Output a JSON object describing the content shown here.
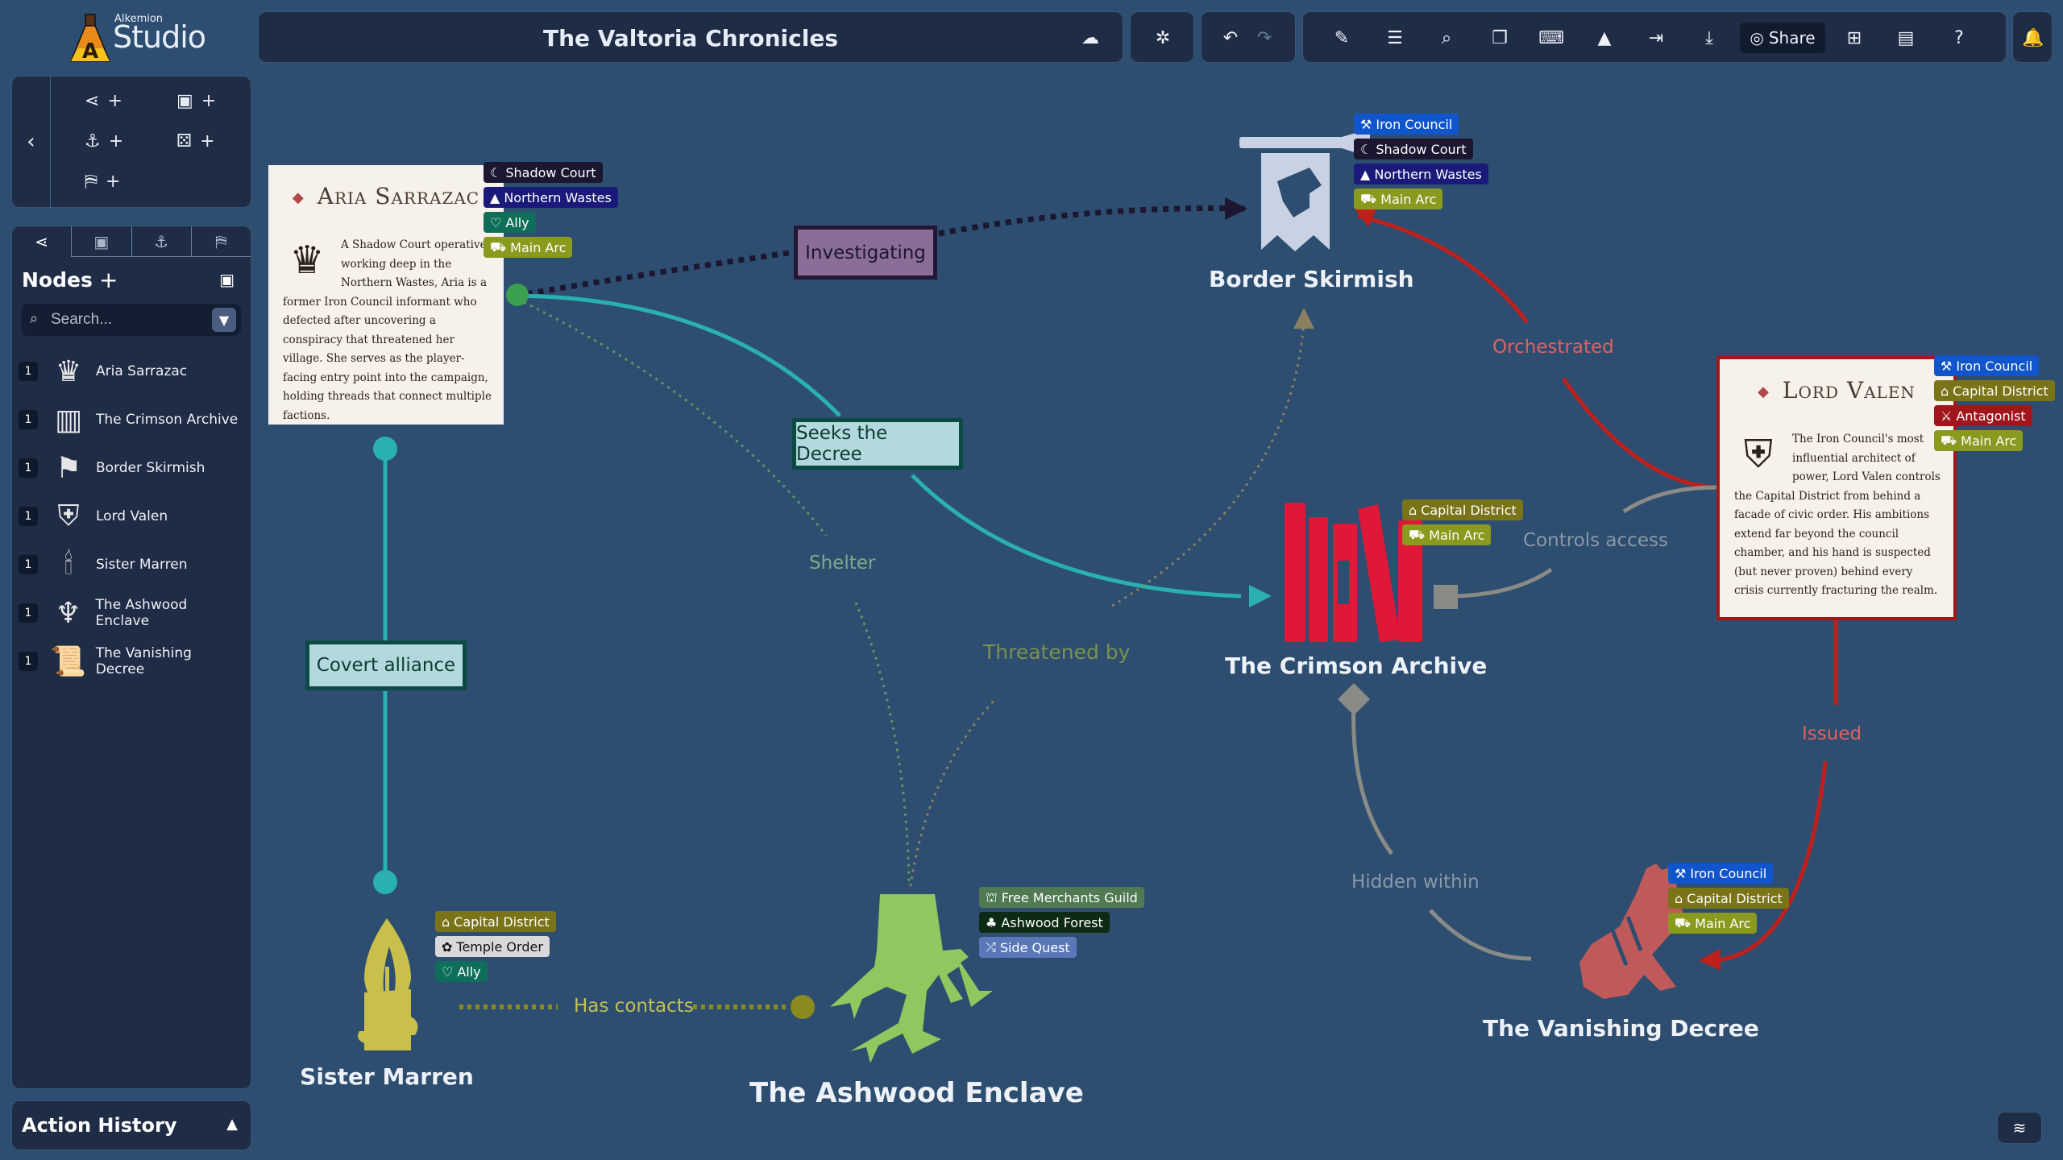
{
  "app": {
    "brand_small": "Alkemion",
    "brand_big": "Studio"
  },
  "header": {
    "title": "The Valtoria Chronicles",
    "share_label": "Share",
    "icons": [
      "cloud-saved",
      "bug-off",
      "undo",
      "redo",
      "edit-page",
      "table",
      "search",
      "copy",
      "keyboard",
      "shapes",
      "export",
      "download",
      "share-globe",
      "grid",
      "book",
      "help",
      "bell"
    ]
  },
  "add_panel": {
    "items": [
      {
        "icon": "share-nodes",
        "label": "+"
      },
      {
        "icon": "image",
        "label": "+"
      },
      {
        "icon": "anchor",
        "label": "+"
      },
      {
        "icon": "dice",
        "label": "+"
      },
      {
        "icon": "map-pin",
        "label": "+"
      }
    ]
  },
  "sidebar": {
    "tabs": [
      "nodes",
      "images",
      "anchors",
      "maps"
    ],
    "heading": "Nodes",
    "add": "+",
    "search": {
      "placeholder": "Search...",
      "value": ""
    },
    "items": [
      {
        "count": "1",
        "label": "Aria Sarrazac",
        "icon": "elf-woman"
      },
      {
        "count": "1",
        "label": "The Crimson Archive",
        "icon": "books"
      },
      {
        "count": "1",
        "label": "Border Skirmish",
        "icon": "war-banner"
      },
      {
        "count": "1",
        "label": "Lord Valen",
        "icon": "shield-swords"
      },
      {
        "count": "1",
        "label": "Sister Marren",
        "icon": "candle"
      },
      {
        "count": "1",
        "label": "The Ashwood Enclave",
        "icon": "tree-roots"
      },
      {
        "count": "1",
        "label": "The Vanishing Decree",
        "icon": "scroll"
      }
    ]
  },
  "action_history": {
    "label": "Action History"
  },
  "colors": {
    "iron_council": "#1155cc",
    "shadow_court": "#1c1630",
    "northern_wastes": "#1a1a7a",
    "ally": "#0f6e5a",
    "main_arc": "#8a9a1e",
    "capital_district": "#7a7418",
    "antagonist": "#a0161c",
    "temple_order": "#d9d9d9",
    "free_merchants": "#4f7a52",
    "ashwood_forest": "#0d2a14",
    "side_quest": "#5878b8"
  },
  "cards": {
    "aria": {
      "title": "Aria Sarrazac",
      "body": "A Shadow Court operative working deep in the Northern Wastes, Aria is a former Iron Council informant who defected after uncovering a conspiracy that threatened her village. She serves as the player-facing entry point into the campaign, holding threads that connect multiple factions.",
      "tags": [
        {
          "label": "Shadow Court",
          "icon": "☾",
          "color": "#1c1630"
        },
        {
          "label": "Northern Wastes",
          "icon": "▲",
          "color": "#1a1a7a"
        },
        {
          "label": "Ally",
          "icon": "♡",
          "color": "#0f6e5a"
        },
        {
          "label": "Main Arc",
          "icon": "⛟",
          "color": "#8a9a1e"
        }
      ]
    },
    "valen": {
      "title": "Lord Valen",
      "body": "The Iron Council's most influential architect of power, Lord Valen controls the Capital District from behind a facade of civic order. His ambitions extend far beyond the council chamber, and his hand is suspected (but never proven) behind every crisis currently fracturing the realm.",
      "tags": [
        {
          "label": "Iron Council",
          "icon": "⚒",
          "color": "#1155cc"
        },
        {
          "label": "Capital District",
          "icon": "⌂",
          "color": "#7a7418"
        },
        {
          "label": "Antagonist",
          "icon": "⚔",
          "color": "#a0161c"
        },
        {
          "label": "Main Arc",
          "icon": "⛟",
          "color": "#8a9a1e"
        }
      ]
    }
  },
  "nodes": {
    "skirmish": {
      "title": "Border Skirmish",
      "tags": [
        {
          "label": "Iron Council",
          "icon": "⚒",
          "color": "#1155cc"
        },
        {
          "label": "Shadow Court",
          "icon": "☾",
          "color": "#1c1630"
        },
        {
          "label": "Northern Wastes",
          "icon": "▲",
          "color": "#1a1a7a"
        },
        {
          "label": "Main Arc",
          "icon": "⛟",
          "color": "#8a9a1e"
        }
      ]
    },
    "archive": {
      "title": "The Crimson Archive",
      "tags": [
        {
          "label": "Capital District",
          "icon": "⌂",
          "color": "#7a7418"
        },
        {
          "label": "Main Arc",
          "icon": "⛟",
          "color": "#8a9a1e"
        }
      ]
    },
    "marren": {
      "title": "Sister Marren",
      "tags": [
        {
          "label": "Capital District",
          "icon": "⌂",
          "color": "#7a7418"
        },
        {
          "label": "Temple Order",
          "icon": "✿",
          "color": "#d9d9d9"
        },
        {
          "label": "Ally",
          "icon": "♡",
          "color": "#0f6e5a"
        }
      ]
    },
    "ashwood": {
      "title": "The Ashwood Enclave",
      "tags": [
        {
          "label": "Free Merchants Guild",
          "icon": "⛫",
          "color": "#4f7a52"
        },
        {
          "label": "Ashwood Forest",
          "icon": "♣",
          "color": "#0d2a14"
        },
        {
          "label": "Side Quest",
          "icon": "⤮",
          "color": "#5878b8"
        }
      ]
    },
    "decree": {
      "title": "The Vanishing Decree",
      "tags": [
        {
          "label": "Iron Council",
          "icon": "⚒",
          "color": "#1155cc"
        },
        {
          "label": "Capital District",
          "icon": "⌂",
          "color": "#7a7418"
        },
        {
          "label": "Main Arc",
          "icon": "⛟",
          "color": "#8a9a1e"
        }
      ]
    }
  },
  "edges": {
    "investigating": "Investigating",
    "seeks": "Seeks the Decree",
    "covert": "Covert alliance",
    "shelter": "Shelter",
    "threatened": "Threatened by",
    "orchestrated": "Orchestrated",
    "controls": "Controls access",
    "issued": "Issued",
    "hidden": "Hidden within",
    "contacts": "Has contacts"
  }
}
